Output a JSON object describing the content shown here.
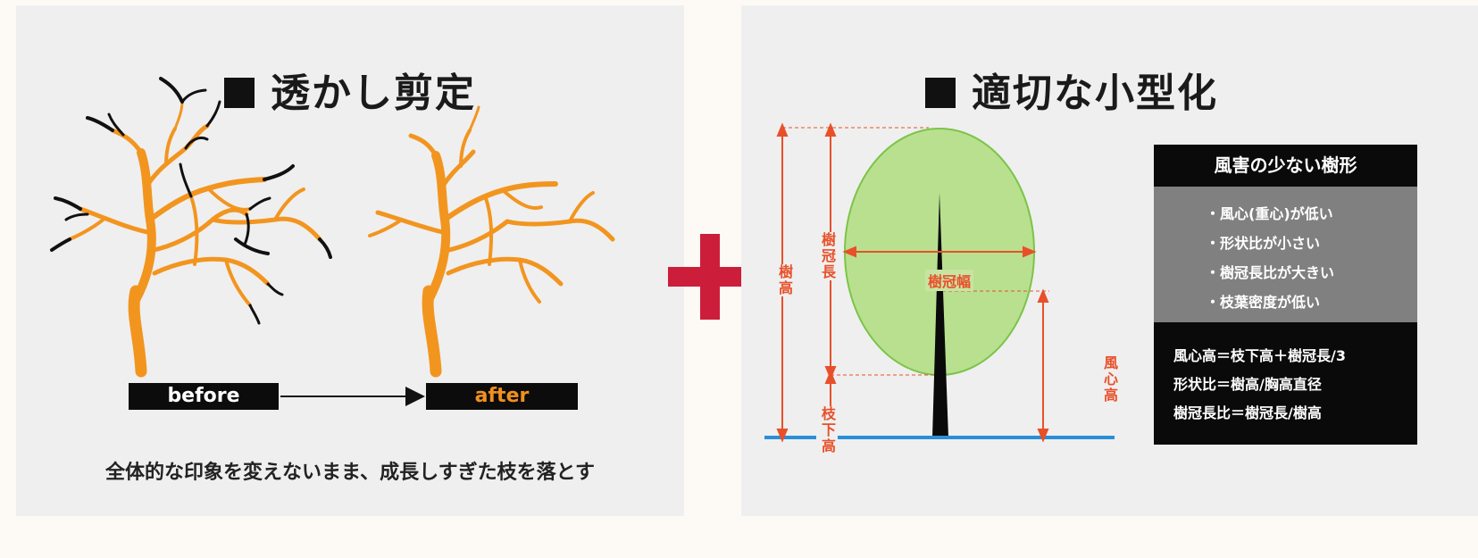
{
  "left_panel": {
    "title": "透かし剪定",
    "before_label": "before",
    "after_label": "after",
    "caption": "全体的な印象を変えないまま、成長しすぎた枝を落とす",
    "colors": {
      "branch": "#f2951f",
      "cut_branch": "#111111"
    }
  },
  "right_panel": {
    "title": "適切な小型化",
    "labels": {
      "tree_height": "樹高",
      "crown_length": "樹冠長",
      "crown_width": "樹冠幅",
      "clear_trunk_height": "枝下高",
      "wind_center_height": "風心高"
    },
    "info_box": {
      "header": "風害の少ない樹形",
      "items": [
        "・風心(重心)が低い",
        "・形状比が小さい",
        "・樹冠長比が大きい",
        "・枝葉密度が低い"
      ],
      "formulas": [
        "風心高＝枝下高＋樹冠長/3",
        "形状比＝樹高/胸高直径",
        "樹冠長比＝樹冠長/樹高"
      ]
    },
    "colors": {
      "crown": "#b9e08f",
      "crown_stroke": "#7cc44a",
      "dimension": "#e8502a",
      "ground": "#2a8fd8"
    }
  },
  "plus_color": "#cc1e3b"
}
